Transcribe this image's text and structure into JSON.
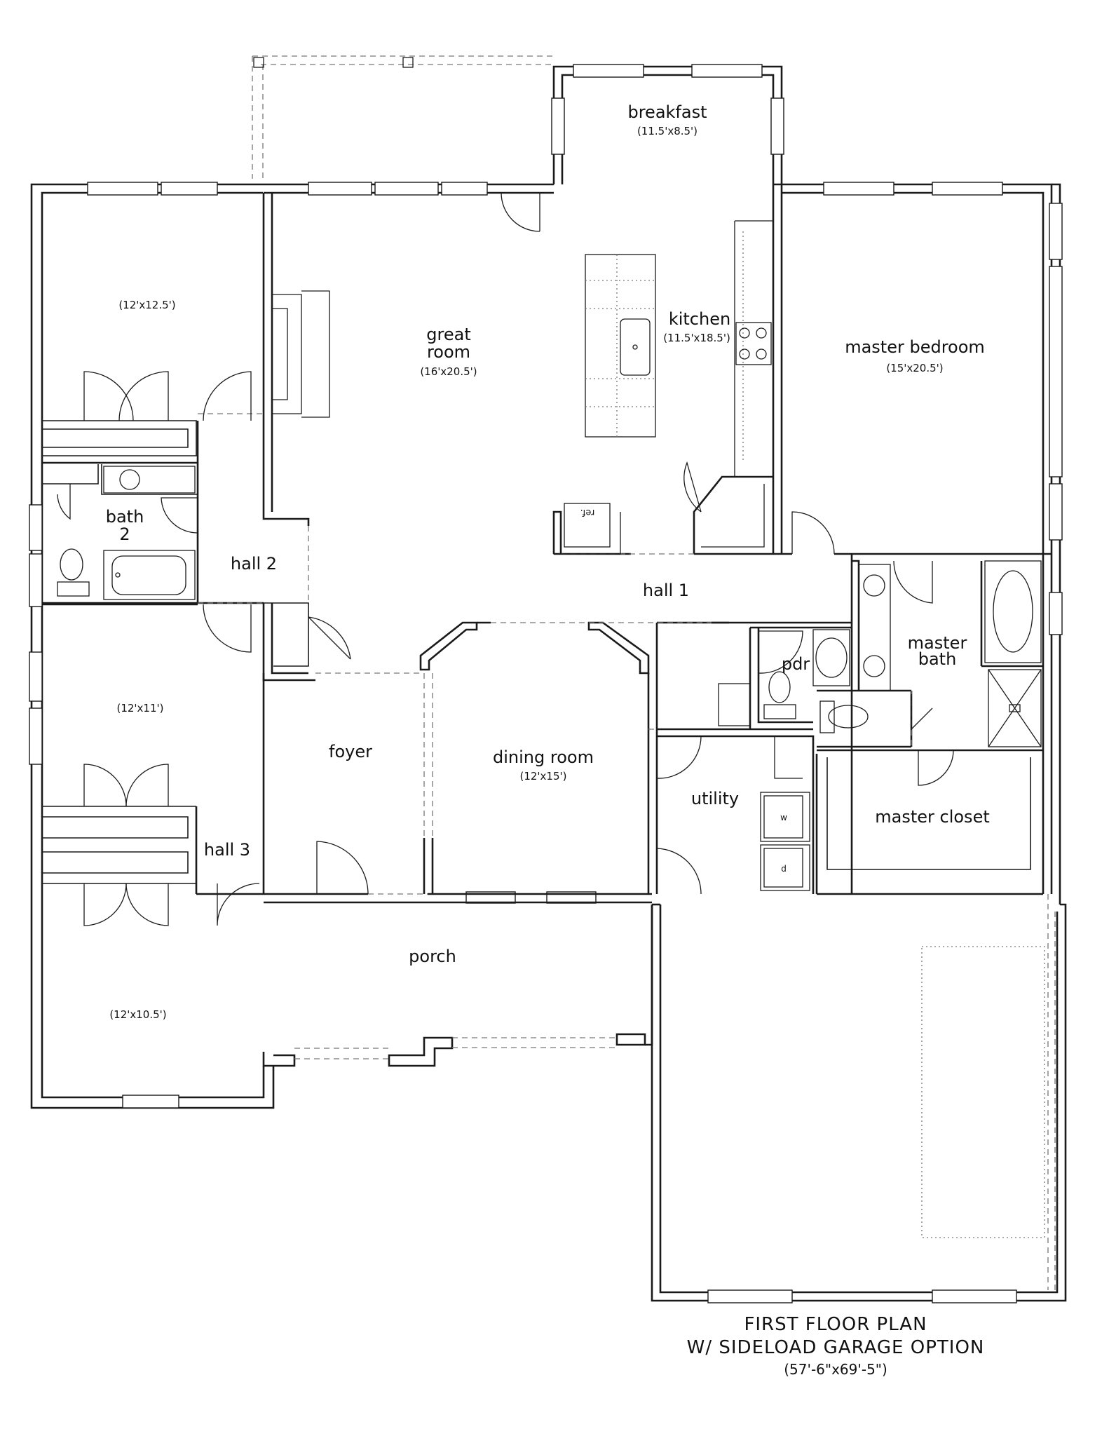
{
  "rooms": {
    "bedroom_1": {
      "dim": "(12'x12.5')"
    },
    "great_room": {
      "line1": "great",
      "line2": "room",
      "dim": "(16'x20.5')"
    },
    "breakfast": {
      "label": "breakfast",
      "dim": "(11.5'x8.5')"
    },
    "kitchen": {
      "label": "kitchen",
      "dim": "(11.5'x18.5')",
      "ref": "ref."
    },
    "master_bedroom": {
      "label": "master bedroom",
      "dim": "(15'x20.5')"
    },
    "bath_2": {
      "line1": "bath",
      "line2": "2"
    },
    "hall_2": {
      "label": "hall 2"
    },
    "hall_1": {
      "label": "hall 1"
    },
    "pdr": {
      "label": "pdr"
    },
    "master_bath": {
      "line1": "master",
      "line2": "bath"
    },
    "bedroom_2": {
      "dim": "(12'x11')"
    },
    "foyer": {
      "label": "foyer"
    },
    "dining_room": {
      "label": "dining room",
      "dim": "(12'x15')"
    },
    "utility": {
      "label": "utility",
      "washer": "w",
      "dryer": "d"
    },
    "master_closet": {
      "label": "master closet"
    },
    "hall_3": {
      "label": "hall 3"
    },
    "porch": {
      "label": "porch"
    },
    "bedroom_3": {
      "dim": "(12'x10.5')"
    }
  },
  "caption": {
    "line1": "FIRST FLOOR PLAN",
    "line2": "W/ SIDELOAD GARAGE OPTION",
    "line3": "(57'-6\"x69'-5\")"
  }
}
